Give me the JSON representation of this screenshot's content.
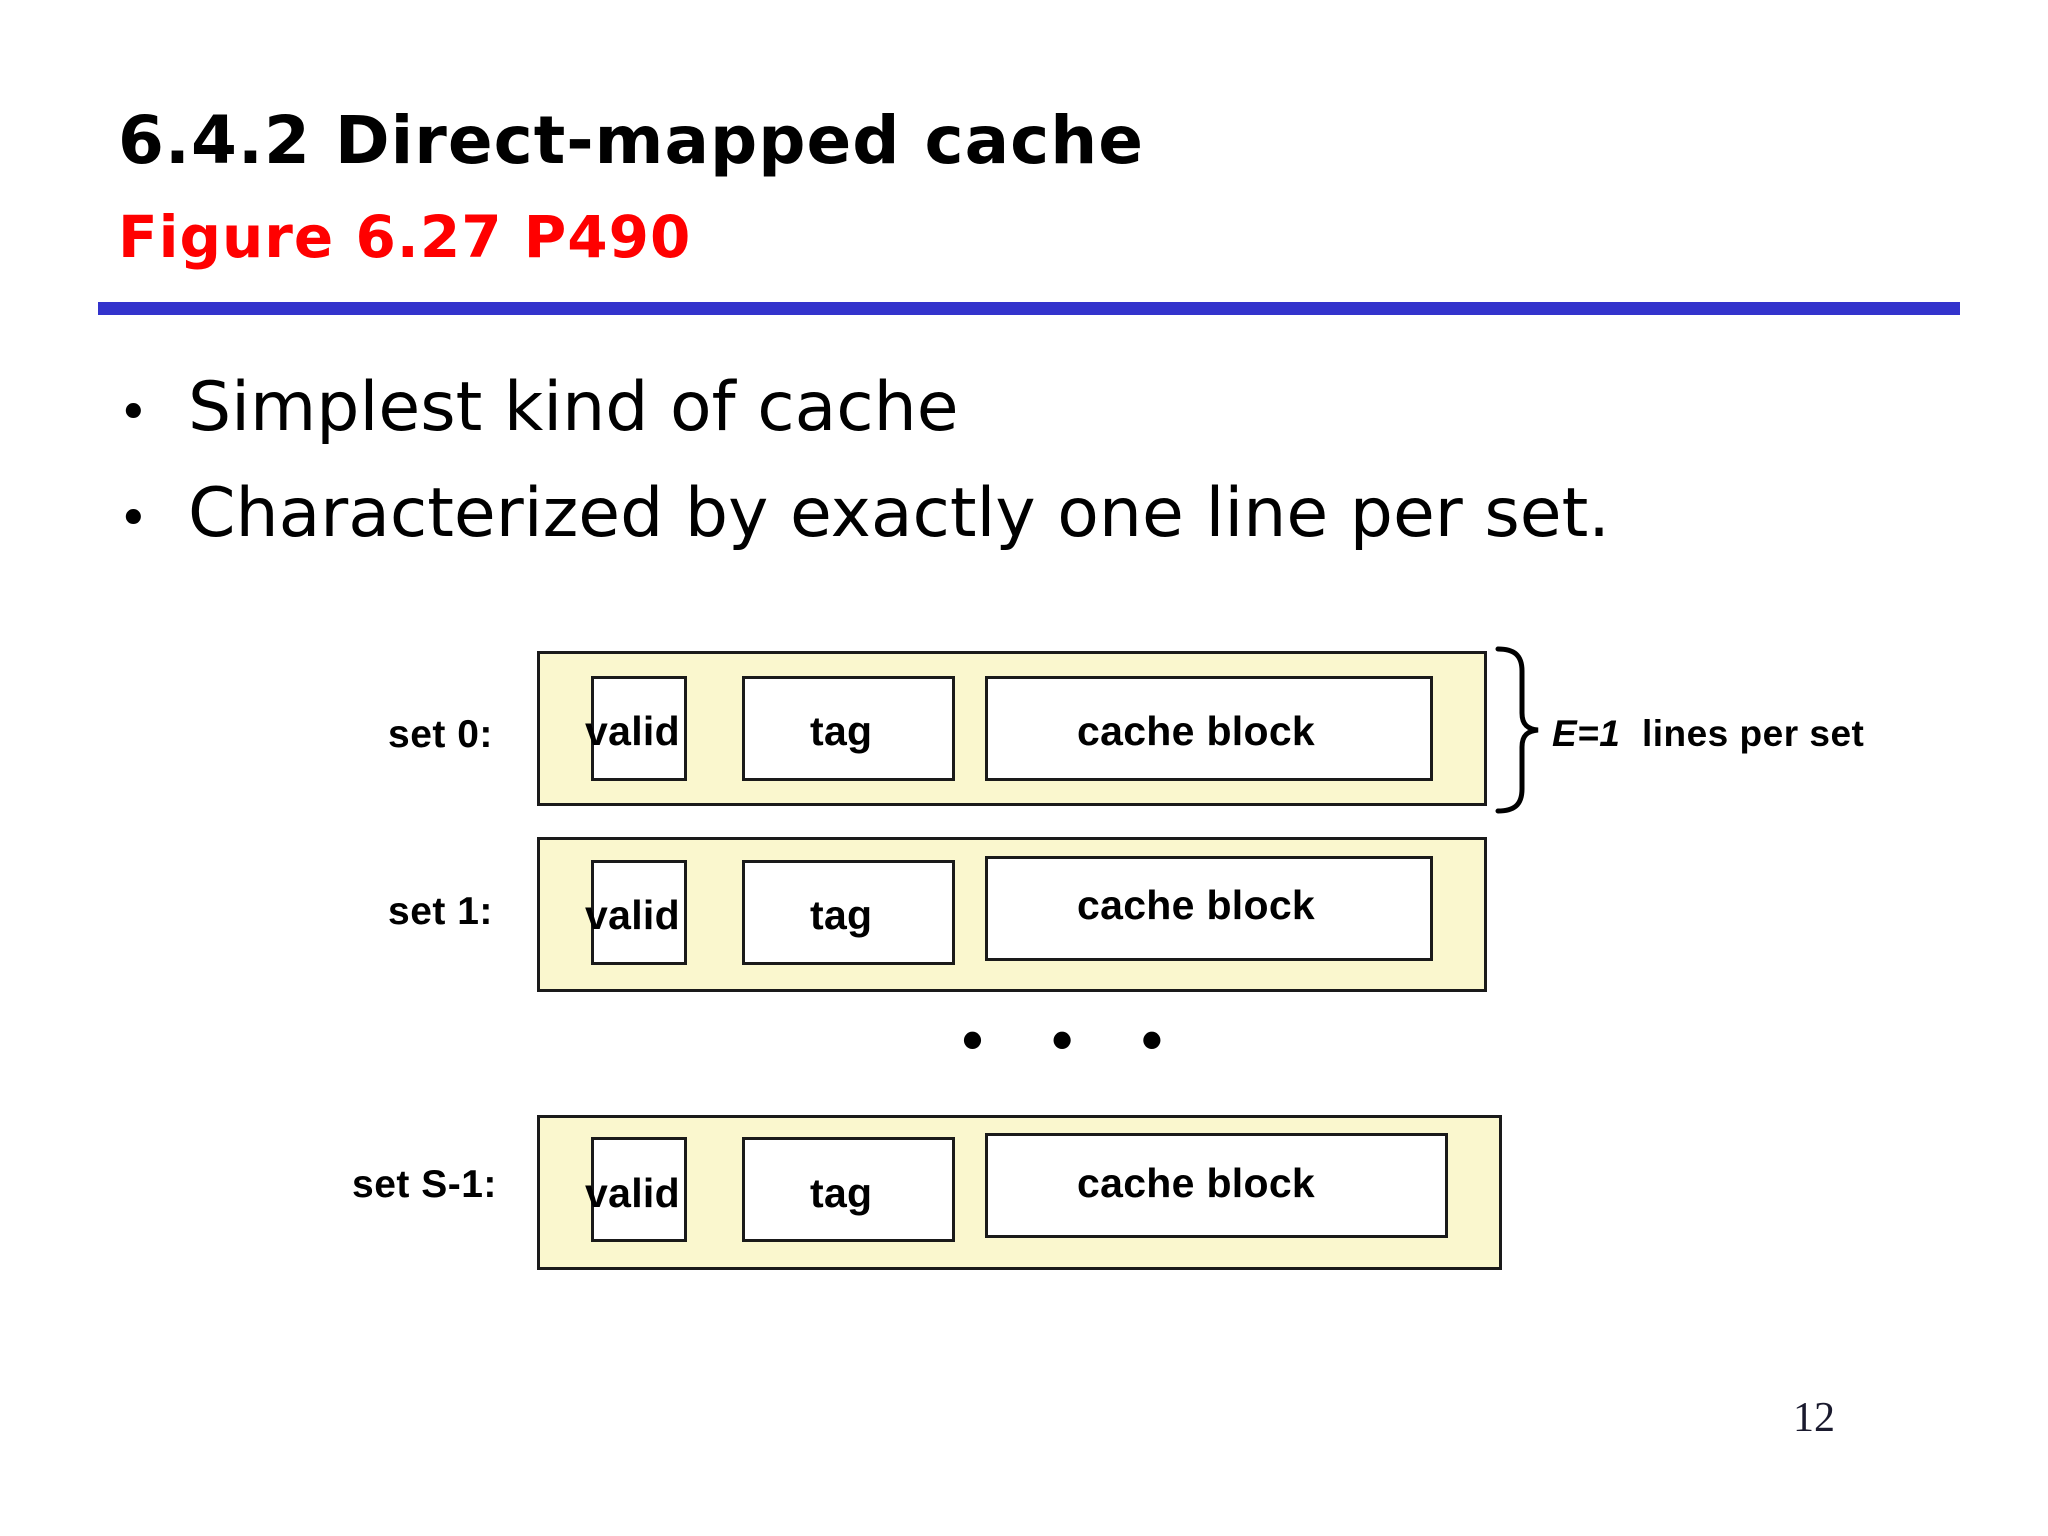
{
  "slide": {
    "title": "6.4.2 Direct-mapped cache",
    "subtitle": "Figure 6.27  P490",
    "rule_color": "#3333CC",
    "subtitle_color": "#FF0000",
    "page_number": "12"
  },
  "bullets": [
    {
      "marker": "•",
      "text": "Simplest kind of cache"
    },
    {
      "marker": "•",
      "text": "Characterized by exactly one line per set."
    }
  ],
  "diagram": {
    "row_fill_color": "#FAF7CE",
    "cell_fill_color": "#FFFFFF",
    "border_color": "#1a1a1a",
    "ellipsis": "• • •",
    "annotation": {
      "emphasis": "E=1",
      "text": "lines per set"
    },
    "cells": {
      "valid": "valid",
      "tag": "tag",
      "block": "cache block"
    },
    "rows": [
      {
        "label": "set 0:"
      },
      {
        "label": "set 1:"
      },
      {
        "label": "set S-1:"
      }
    ]
  }
}
